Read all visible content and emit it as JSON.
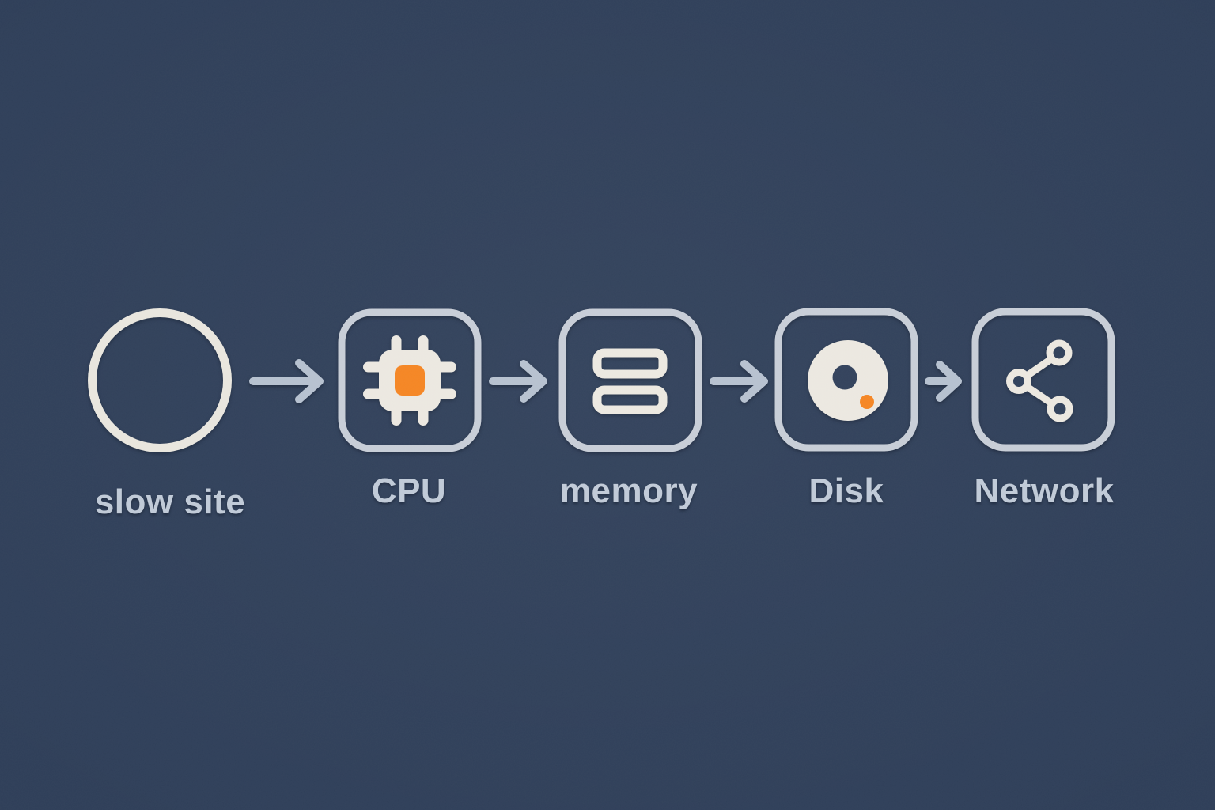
{
  "diagram": {
    "description": "flow-diagram",
    "nodes": [
      {
        "label": "slow site",
        "icon": "circle-outline-icon",
        "shape": "circle"
      },
      {
        "label": "CPU",
        "icon": "cpu-chip-icon",
        "shape": "rounded-square"
      },
      {
        "label": "memory",
        "icon": "ram-icon",
        "shape": "rounded-square"
      },
      {
        "label": "Disk",
        "icon": "disk-donut-icon",
        "shape": "rounded-square"
      },
      {
        "label": "Network",
        "icon": "share-nodes-icon",
        "shape": "rounded-square"
      }
    ],
    "connectors": {
      "count": 4,
      "style": "arrow-right"
    },
    "colors": {
      "background": "#2e3e58",
      "box_stroke": "#c7cdd6",
      "circle_stroke": "#e9e6de",
      "icon_fill": "#ece8e0",
      "label_text": "#c0cad7",
      "arrow": "#b5c0cf",
      "accent_orange": "#f5831f"
    }
  }
}
